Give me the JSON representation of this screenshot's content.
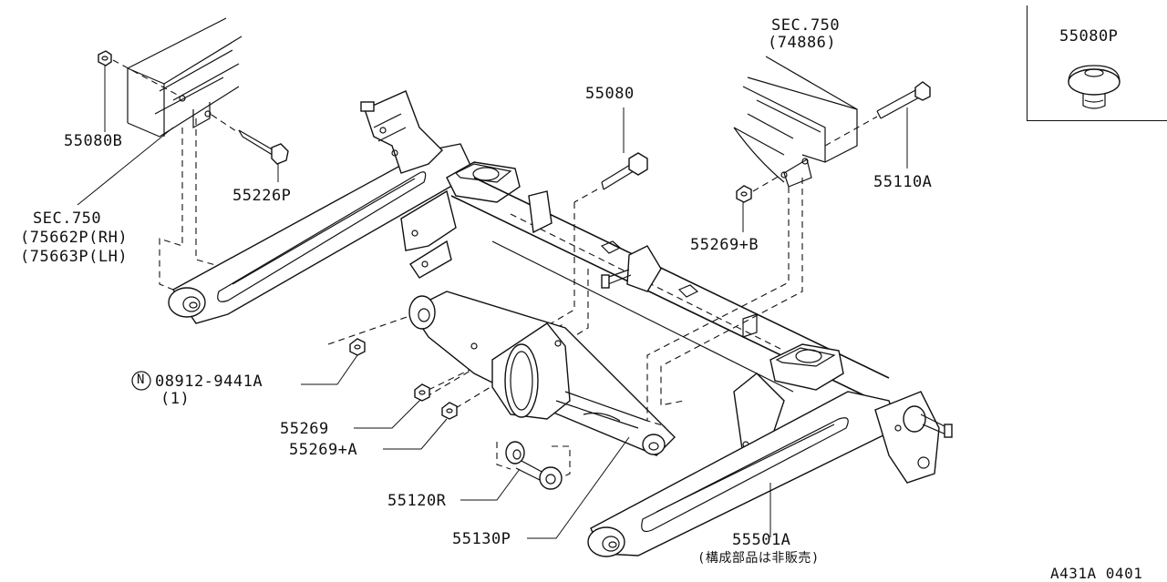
{
  "labels": {
    "sec750_top": "SEC.750",
    "sec750_top_sub": "(74886)",
    "inset_part": "55080P",
    "p55080": "55080",
    "p55080b": "55080B",
    "p55226p": "55226P",
    "sec750_left": "SEC.750",
    "sec750_left_rh": "(75662P(RH)",
    "sec750_left_lh": "(75663P(LH)",
    "p55110a": "55110A",
    "p55269b": "55269+B",
    "nut_symbol": "N",
    "nut_part": "08912-9441A",
    "nut_qty": "(1)",
    "p55269": "55269",
    "p55269a": "55269+A",
    "p55120r": "55120R",
    "p55130p": "55130P",
    "p55501a": "55501A",
    "p55501a_note": "(構成部品は非販売)",
    "drawing_code": "A431A 0401"
  }
}
